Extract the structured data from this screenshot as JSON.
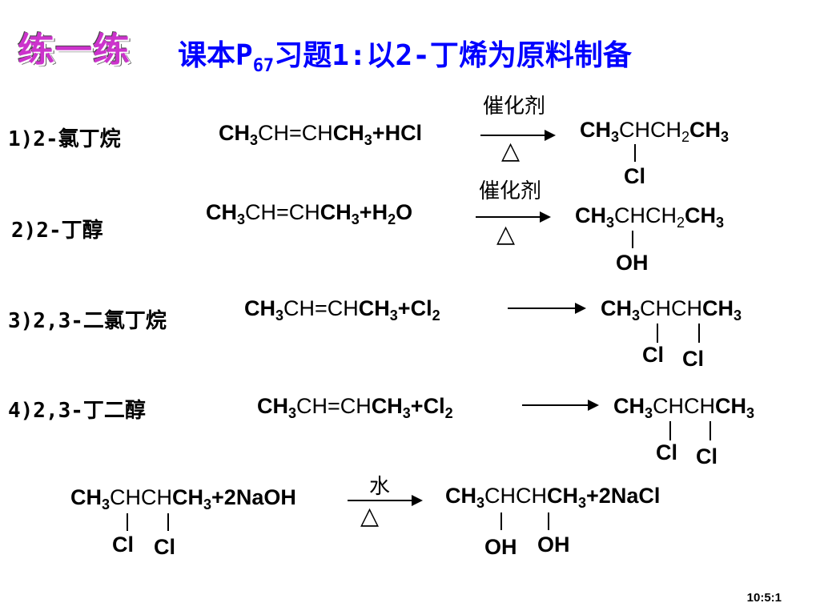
{
  "header": {
    "badge": "练一练",
    "title_prefix": "课本P",
    "title_sub": "67",
    "title_suffix": "习题1:以2-丁烯为原料制备"
  },
  "items": [
    {
      "label": "1)2-氯丁烷",
      "reactant": {
        "p1": "CH",
        "s1": "3",
        "p2": "CH=CH",
        "p3": "CH",
        "s2": "3",
        "p4": "+HCl"
      },
      "condition": "催化剂",
      "heat": "△",
      "product": {
        "p1": "CH",
        "s1": "3",
        "p2": "CHCH",
        "s2": "2",
        "p3": "CH",
        "s3": "3"
      },
      "groups": [
        "Cl"
      ]
    },
    {
      "label": "2)2-丁醇",
      "reactant": {
        "p1": "CH",
        "s1": "3",
        "p2": "CH=CH",
        "p3": "CH",
        "s2": "3",
        "p4": "+H",
        "s3": "2",
        "p5": "O"
      },
      "condition": "催化剂",
      "heat": "△",
      "product": {
        "p1": "CH",
        "s1": "3",
        "p2": "CHCH",
        "s2": "2",
        "p3": "CH",
        "s3": "3"
      },
      "groups": [
        "OH"
      ]
    },
    {
      "label": "3)2,3-二氯丁烷",
      "reactant": {
        "p1": "CH",
        "s1": "3",
        "p2": "CH=CH",
        "p3": "CH",
        "s2": "3",
        "p4": "+Cl",
        "s3": "2"
      },
      "product": {
        "p1": "CH",
        "s1": "3",
        "p2": "CHCH",
        "p3": "CH",
        "s3": "3"
      },
      "groups": [
        "Cl",
        "Cl"
      ]
    },
    {
      "label": "4)2,3-丁二醇",
      "reactant": {
        "p1": "CH",
        "s1": "3",
        "p2": "CH=CH",
        "p3": "CH",
        "s2": "3",
        "p4": "+Cl",
        "s3": "2"
      },
      "product": {
        "p1": "CH",
        "s1": "3",
        "p2": "CHCH",
        "p3": "CH",
        "s3": "3"
      },
      "groups": [
        "Cl",
        "Cl"
      ]
    }
  ],
  "step5": {
    "reactant": {
      "p1": "CH",
      "s1": "3",
      "p2": "CHCH",
      "p3": "CH",
      "s2": "3",
      "p4": "+2NaOH"
    },
    "reactant_groups": [
      "Cl",
      "Cl"
    ],
    "condition": "水",
    "heat": "△",
    "product": {
      "p1": "CH",
      "s1": "3",
      "p2": "CHCH",
      "p3": "CH",
      "s2": "3",
      "p4": "+2NaCl"
    },
    "product_groups": [
      "OH",
      "OH"
    ]
  },
  "footer": {
    "page": "10:5:1"
  }
}
